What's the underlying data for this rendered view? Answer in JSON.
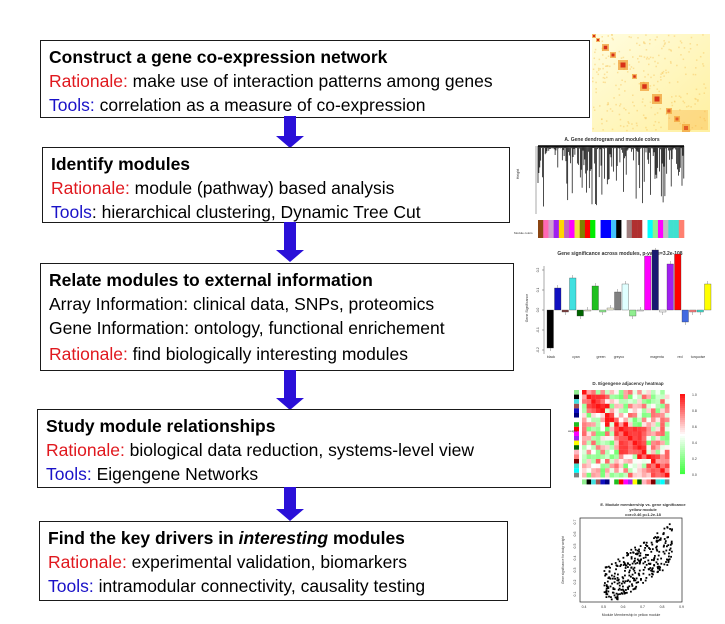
{
  "steps": [
    {
      "title": "Construct a gene co-expression network",
      "lines": [
        {
          "label": "Rationale:",
          "label_color": "red",
          "text": " make use of interaction patterns among genes"
        },
        {
          "label": "Tools:",
          "label_color": "blue",
          "text": " correlation as a measure of co-expression"
        }
      ]
    },
    {
      "title": "Identify modules",
      "lines": [
        {
          "label": "Rationale:",
          "label_color": "red",
          "text": " module (pathway) based analysis"
        },
        {
          "label": "Tools",
          "label_color": "blue",
          "text": ": hierarchical clustering, Dynamic Tree Cut"
        }
      ]
    },
    {
      "title": "Relate modules to external information",
      "lines": [
        {
          "label": "",
          "label_color": "",
          "text": "Array Information: clinical data, SNPs, proteomics"
        },
        {
          "label": "",
          "label_color": "",
          "text": "Gene Information: ontology, functional enrichement"
        },
        {
          "label": "Rationale:",
          "label_color": "red",
          "text": " find biologically interesting modules"
        }
      ]
    },
    {
      "title": "Study module relationships",
      "lines": [
        {
          "label": "Rationale:",
          "label_color": "red",
          "text": " biological data reduction, systems-level view"
        },
        {
          "label": "Tools:",
          "label_color": "blue",
          "text": " Eigengene Networks"
        }
      ]
    },
    {
      "title_pre": "Find the key drivers in ",
      "title_em": "interesting",
      "title_post": " modules",
      "lines": [
        {
          "label": "Rationale:",
          "label_color": "red",
          "text": " experimental validation, biomarkers"
        },
        {
          "label": "Tools:",
          "label_color": "blue",
          "text": " intramodular connectivity, causality testing"
        }
      ]
    }
  ],
  "thumbnails": {
    "dendrogram": {
      "title": "A. Gene dendrogram and module colors",
      "ylabel": "Height",
      "rowlabel": "Module colors"
    },
    "barplot": {
      "title": "Gene significance across modules, p-value=3.2e-108",
      "ylabel": "Gene Significance",
      "ticks": [
        "0.2",
        "0.1",
        "0.0",
        "-0.1",
        "-0.2"
      ],
      "xlabels": [
        "black",
        "cyan",
        "green",
        "greyco",
        "magenta",
        "red",
        "turquoise"
      ]
    },
    "heatmap": {
      "title": "D. Eigengene adjacency heatmap",
      "scale": [
        "1.0",
        "0.8",
        "0.6",
        "0.4",
        "0.2",
        "0.0"
      ],
      "rowlabel": "weight"
    },
    "scatter": {
      "title_l1": "E. Module membership vs. gene significance",
      "title_l2": "yellow module",
      "title_l3": "cor=0.46 p=1.2e-18",
      "xlabel": "Module Membership in yellow module",
      "ylabel": "Gene significance for body weight",
      "xticks": [
        "0.4",
        "0.5",
        "0.6",
        "0.7",
        "0.8",
        "0.9"
      ],
      "yticks": [
        "0.7",
        "0.6",
        "0.5",
        "0.4",
        "0.3",
        "0.2",
        "0.1"
      ]
    }
  },
  "colors": {
    "red_label": "#e0181e",
    "blue_label": "#1a12c8",
    "arrow": "#2a10d8"
  }
}
